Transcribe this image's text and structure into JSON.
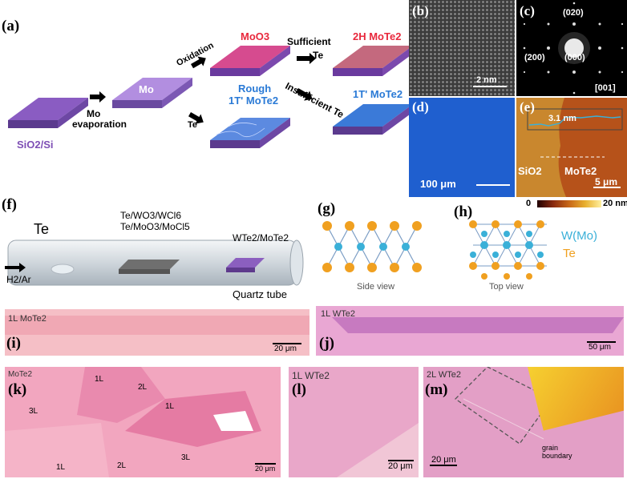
{
  "panels": {
    "a": {
      "label": "(a)",
      "substrate": "SiO2/Si",
      "step1": "Mo",
      "step1b": "evaporation",
      "mo_layer": "Mo",
      "oxidation": "Oxidation",
      "moo3": "MoO3",
      "te": "Te",
      "rough1": "Rough",
      "rough2": "1T' MoTe2",
      "sufficient": "Sufficient",
      "sufficient_te": "Te",
      "insufficient": "Insufficient Te",
      "product_2h": "2H MoTe2",
      "product_1t": "1T' MoTe2"
    },
    "b": {
      "label": "(b)",
      "scale": "2 nm"
    },
    "c": {
      "label": "(c)",
      "spots": [
        "(020)",
        "(200)",
        "(000)",
        "[001]"
      ]
    },
    "d": {
      "label": "(d)",
      "scale": "100 μm"
    },
    "e": {
      "label": "(e)",
      "height": "3.1 nm",
      "left": "SiO2",
      "right": "MoTe2",
      "scale": "5 μm",
      "bar_min": "0",
      "bar_max": "20 nm"
    },
    "f": {
      "label": "(f)",
      "te": "Te",
      "gas": "H2/Ar",
      "precursor1": "Te/WO3/WCl6",
      "precursor2": "Te/MoO3/MoCl5",
      "product": "WTe2/MoTe2",
      "tube": "Quartz tube"
    },
    "g": {
      "label": "(g)",
      "caption": "Side view"
    },
    "h": {
      "label": "(h)",
      "caption": "Top view",
      "metal": "W(Mo)",
      "chalcogen": "Te"
    },
    "i": {
      "label": "(i)",
      "title": "1L MoTe2",
      "scale": "20 μm"
    },
    "j": {
      "label": "(j)",
      "title": "1L WTe2",
      "scale": "50 μm"
    },
    "k": {
      "label": "(k)",
      "title": "MoTe2",
      "scale": "20 μm",
      "layers": [
        "1L",
        "2L",
        "1L",
        "3L",
        "1L",
        "2L",
        "3L"
      ]
    },
    "l": {
      "label": "(l)",
      "title": "1L WTe2",
      "scale": "20 μm"
    },
    "m": {
      "label": "(m)",
      "title": "2L WTe2",
      "scale": "20 μm",
      "boundary": "grain boundary"
    }
  },
  "colors": {
    "purple": "#7e4fb5",
    "pink": "#f2a6c4",
    "blue": "#2f6fd6",
    "afm": "#c8671a",
    "teal": "#3ab0d8",
    "orange": "#f0a020"
  }
}
